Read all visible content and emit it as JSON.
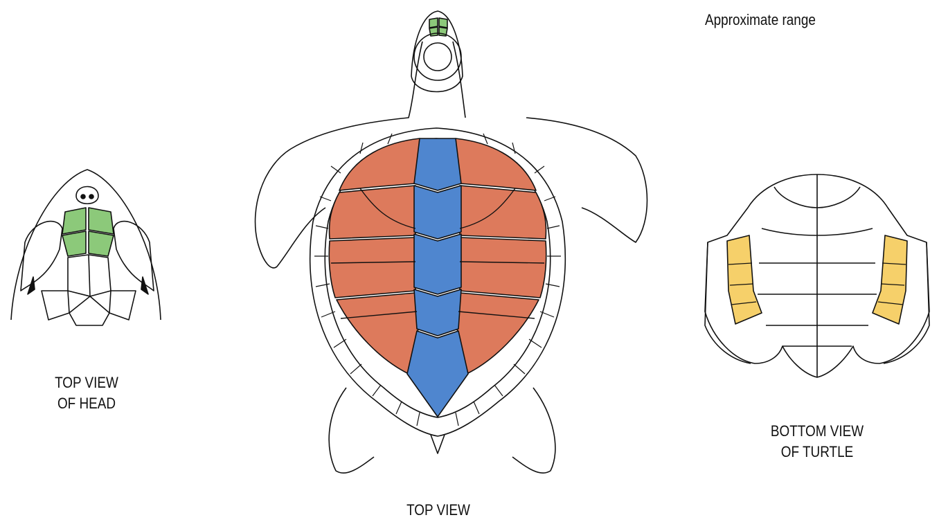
{
  "labels": {
    "range": "Approximate range",
    "head_line1": "TOP VIEW",
    "head_line2": "OF HEAD",
    "top_view": "TOP VIEW",
    "bottom_line1": "BOTTOM VIEW",
    "bottom_line2": "OF TURTLE"
  },
  "colors": {
    "prefrontal_scales": "#8cc97a",
    "costal_scutes": "#dd7a5c",
    "vertebral_scutes": "#4f86cf",
    "inframarginal_scutes": "#f6d06a",
    "outline": "#111111",
    "background": "#ffffff"
  }
}
